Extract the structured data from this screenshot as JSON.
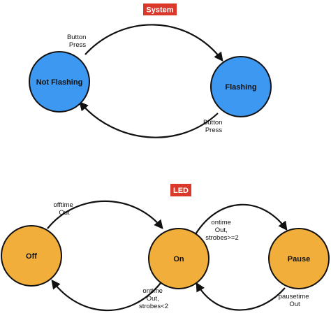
{
  "colors": {
    "system_node": "#3D98F2",
    "led_node": "#F2AE3A",
    "badge": "#D9382B",
    "stroke": "#111111"
  },
  "sections": {
    "system": "System",
    "led": "LED"
  },
  "nodes": {
    "not_flashing": "Not Flashing",
    "flashing": "Flashing",
    "off": "Off",
    "on": "On",
    "pause": "Pause"
  },
  "edges": {
    "nf_to_f": [
      "Button",
      "Press"
    ],
    "f_to_nf": [
      "Button",
      "Press"
    ],
    "off_to_on": [
      "offtime",
      "Out"
    ],
    "on_to_off": [
      "ontime",
      "Out,",
      "strobes<2"
    ],
    "on_to_pause": [
      "ontime",
      "Out,",
      "strobes>=2"
    ],
    "pause_to_on": [
      "pausetime",
      "Out"
    ]
  }
}
